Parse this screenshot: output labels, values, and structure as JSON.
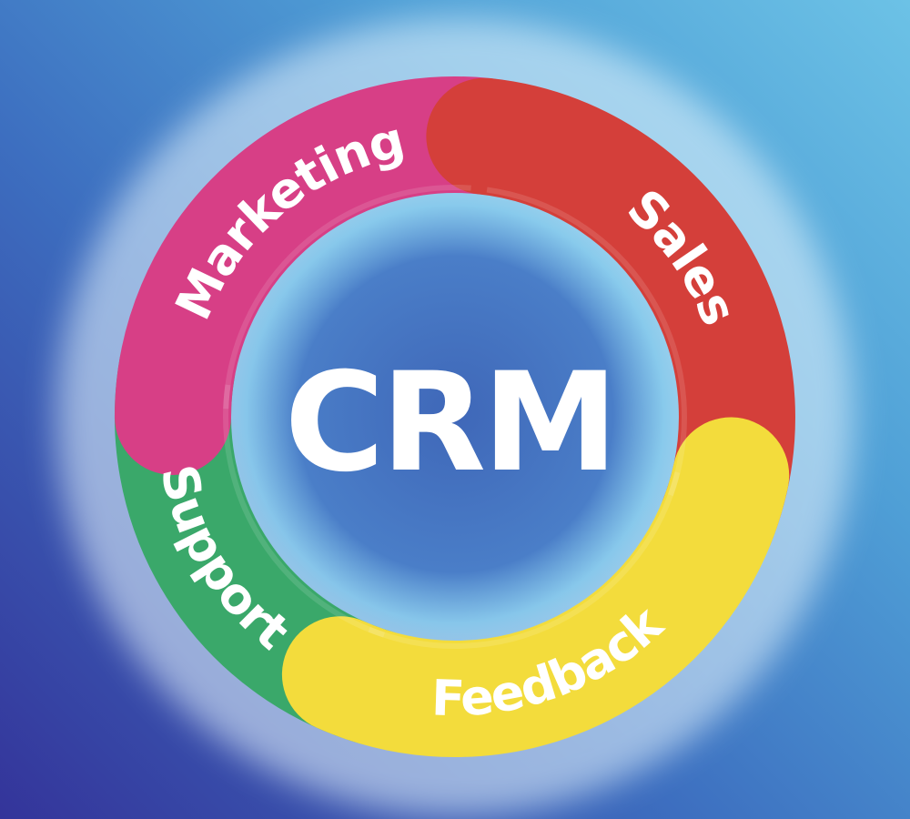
{
  "center": {
    "title": "CRM",
    "color": "#ffffff"
  },
  "segments": [
    {
      "label": "Sales",
      "color": "#d43f3a",
      "order": 1
    },
    {
      "label": "Feedback",
      "color": "#f3dc3c",
      "order": 2
    },
    {
      "label": "Support",
      "color": "#3aa86a",
      "order": 3
    },
    {
      "label": "Marketing",
      "color": "#d73f86",
      "order": 4
    }
  ],
  "background": {
    "colors": [
      "#6cc2e6",
      "#4f9fd6",
      "#3d6fc0",
      "#34349a"
    ]
  }
}
